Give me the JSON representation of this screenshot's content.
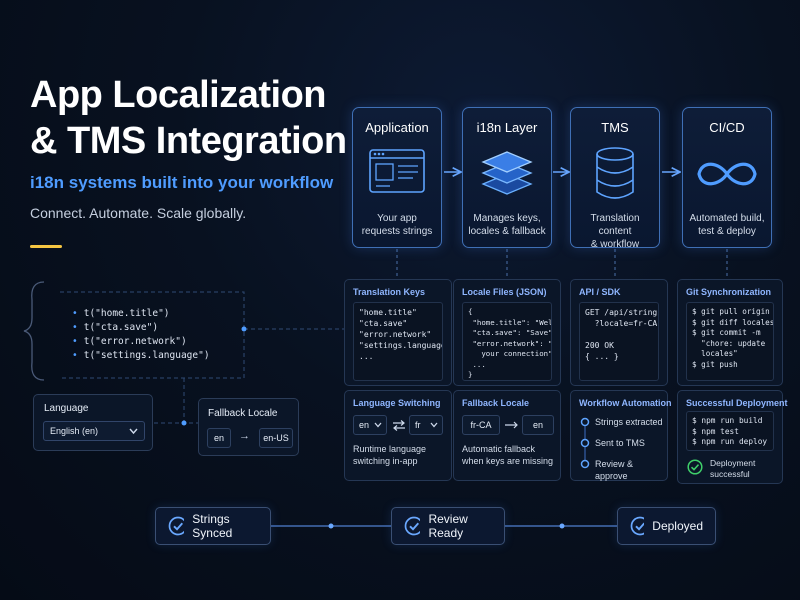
{
  "hero": {
    "title_line1": "App Localization",
    "title_line2": "& TMS Integration",
    "subtitle": "i18n systems built into your workflow",
    "tagline": "Connect. Automate. Scale globally."
  },
  "code_snippet": {
    "lines": [
      "t(\"home.title\")",
      "t(\"cta.save\")",
      "t(\"error.network\")",
      "t(\"settings.language\")"
    ]
  },
  "language_widget": {
    "label": "Language",
    "selected": "English (en)"
  },
  "fallback_widget": {
    "label": "Fallback Locale",
    "from": "en",
    "arrow": "→",
    "to": "en-US"
  },
  "pipeline": [
    {
      "title": "Application",
      "icon": "app-window-icon",
      "desc_line1": "Your app",
      "desc_line2": "requests strings"
    },
    {
      "title": "i18n Layer",
      "icon": "layers-icon",
      "desc_line1": "Manages keys,",
      "desc_line2": "locales & fallback"
    },
    {
      "title": "TMS",
      "icon": "database-icon",
      "desc_line1": "Translation content",
      "desc_line2": "& workflow"
    },
    {
      "title": "CI/CD",
      "icon": "infinity-icon",
      "desc_line1": "Automated build,",
      "desc_line2": "test & deploy"
    }
  ],
  "panels": {
    "translation_keys": {
      "title": "Translation Keys",
      "code": "\"home.title\"\n\"cta.save\"\n\"error.network\"\n\"settings.language\"\n..."
    },
    "locale_files": {
      "title": "Locale Files (JSON)",
      "code": "{\n \"home.title\": \"Welcome\",\n \"cta.save\": \"Save\",\n \"error.network\": \"Check\n   your connection\",\n ...\n}"
    },
    "api_sdk": {
      "title": "API / SDK",
      "code": "GET /api/strings\n  ?locale=fr-CA\n\n200 OK\n{ ... }"
    },
    "git_sync": {
      "title": "Git Synchronization",
      "code": "$ git pull origin main\n$ git diff locales/\n$ git commit -m\n  \"chore: update\n  locales\"\n$ git push"
    },
    "language_switching": {
      "title": "Language Switching",
      "from": "en",
      "to": "fr",
      "desc_line1": "Runtime language",
      "desc_line2": "switching in-app"
    },
    "fallback_locale": {
      "title": "Fallback Locale",
      "from": "fr-CA",
      "to": "en",
      "desc_line1": "Automatic fallback",
      "desc_line2": "when keys are missing"
    },
    "workflow_automation": {
      "title": "Workflow Automation",
      "steps": [
        "Strings extracted",
        "Sent to TMS",
        "Review & approve"
      ]
    },
    "successful_deployment": {
      "title": "Successful Deployment",
      "code": "$ npm run build\n$ npm test\n$ npm run deploy",
      "status_line1": "Deployment",
      "status_line2": "successful"
    }
  },
  "statuses": [
    {
      "label": "Strings Synced"
    },
    {
      "label": "Review Ready"
    },
    {
      "label": "Deployed"
    }
  ],
  "colors": {
    "accent_blue": "#4f9cff",
    "accent_yellow": "#f5c542",
    "success_green": "#3fcf6a",
    "card_border": "#3f6fb5"
  }
}
